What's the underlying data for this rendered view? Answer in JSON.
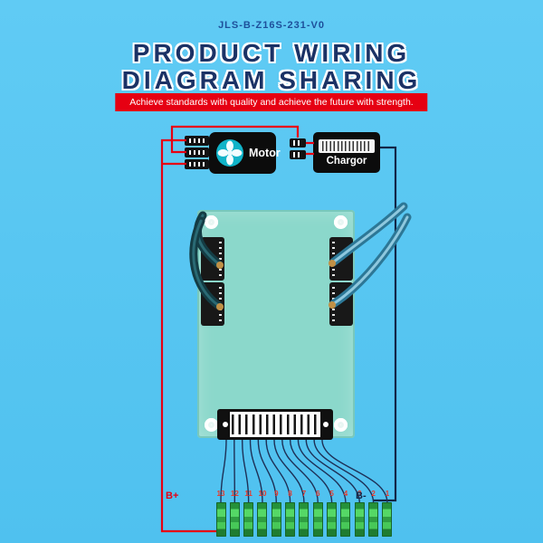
{
  "header": {
    "model": "JLS-B-Z16S-231-V0",
    "title_line1": "PRODUCT WIRING",
    "title_line2": "DIAGRAM SHARING",
    "tagline": "Achieve standards with quality and achieve the future with strength."
  },
  "diagram": {
    "motor_label": "Motor",
    "chargor_label": "Chargor",
    "b_plus_label": "B+",
    "b_minus_label": "B-",
    "pin_numbers": [
      "13",
      "12",
      "11",
      "10",
      "9",
      "8",
      "7",
      "6",
      "5",
      "4",
      "3",
      "2",
      "1"
    ]
  },
  "icons": {
    "fan": "fan-icon",
    "charger_display": "charger-display-bars"
  },
  "colors": {
    "background_blue": "#4fc1ef",
    "accent_red": "#e60012",
    "title_navy": "#1b3266",
    "pcb_teal": "#8bd8cb",
    "terminal_green": "#47c858",
    "wire_dark_navy": "#132647",
    "cable_left_dark_teal": "#143c44",
    "cable_right_blue": "#2c7796"
  }
}
